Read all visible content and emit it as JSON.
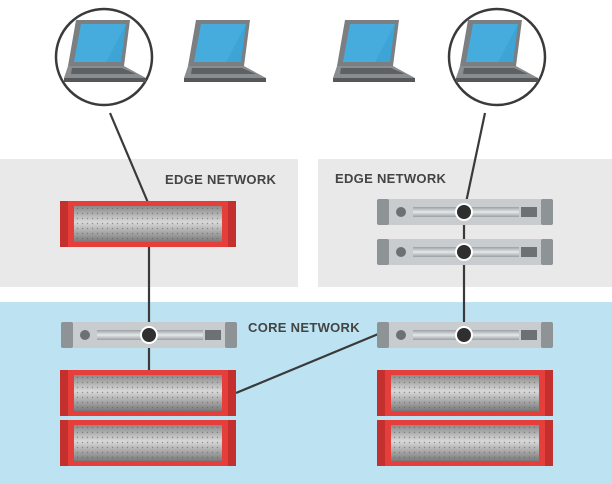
{
  "labels": {
    "edge_left": "EDGE NETWORK",
    "edge_right": "EDGE NETWORK",
    "core": "CORE NETWORK"
  },
  "colors": {
    "edge_zone": "#e9e9e9",
    "core_zone": "#bde3f3",
    "server_red": "#e63e3a",
    "switch_gray": "#c8ccce",
    "laptop_screen": "#3da4d6",
    "laptop_body": "#7c7f82",
    "link_line": "#3a3a3a"
  },
  "icons": {
    "laptop": "laptop-icon",
    "server": "server-icon",
    "switch": "switch-icon",
    "magnifier": "zoom-circle-icon",
    "connection": "connection-node-icon"
  }
}
